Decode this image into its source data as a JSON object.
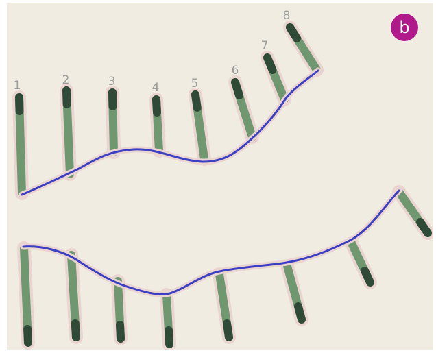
{
  "panel_label": "b",
  "colors": {
    "background": "#f0ece1",
    "rod_fill": "#6f9770",
    "rod_dark_end": "#2f4a36",
    "rod_halo": "#ead4d0",
    "curve": "#3b3fc3",
    "label": "#9c9c9c",
    "badge": "#b0198a"
  },
  "top_rods": [
    {
      "label": "1"
    },
    {
      "label": "2"
    },
    {
      "label": "3"
    },
    {
      "label": "4"
    },
    {
      "label": "5"
    },
    {
      "label": "6"
    },
    {
      "label": "7"
    },
    {
      "label": "8"
    }
  ]
}
